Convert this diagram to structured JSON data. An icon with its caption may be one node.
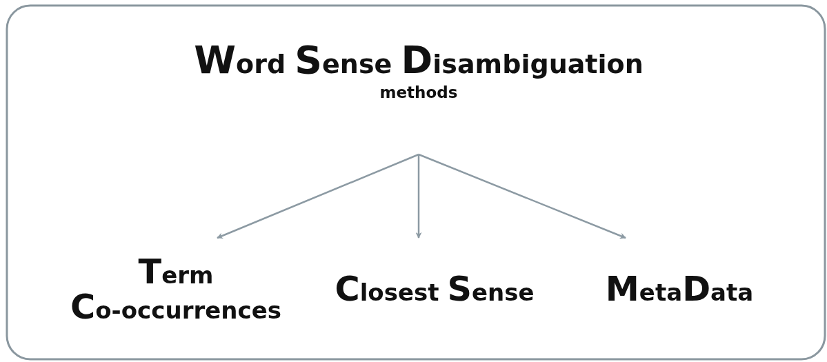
{
  "diagram": {
    "nodes": [
      {
        "text": [
          "Word Sense Disambiguation",
          "methods"
        ]
      },
      {
        "text": [
          "Term Co-occurrences"
        ]
      },
      {
        "text": [
          "Closest Sense"
        ]
      },
      {
        "text": [
          "MetaData"
        ]
      }
    ],
    "edges": [
      {
        "from": 0,
        "to": 1,
        "arrow": "to"
      },
      {
        "from": 0,
        "to": 2,
        "arrow": "to"
      },
      {
        "from": 0,
        "to": 3,
        "arrow": "to"
      }
    ]
  }
}
